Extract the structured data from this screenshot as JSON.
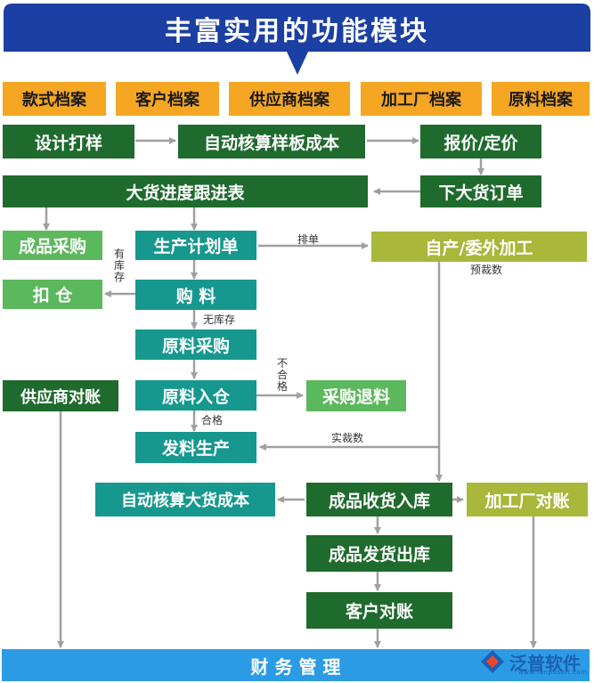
{
  "header": {
    "title": "丰富实用的功能模块"
  },
  "archives": [
    "款式档案",
    "客户档案",
    "供应商档案",
    "加工厂档案",
    "原料档案"
  ],
  "nodes": {
    "design_sample": "设计打样",
    "auto_sample_cost": "自动核算样板成本",
    "quote_price": "报价/定价",
    "bulk_progress": "大货进度跟进表",
    "bulk_order": "下大货订单",
    "finished_purchase": "成品采购",
    "production_plan": "生产计划单",
    "self_outsource": "自产/委外加工",
    "deduct_stock": "扣 仓",
    "purchase_material": "购 料",
    "raw_purchase": "原料采购",
    "supplier_reconcile": "供应商对账",
    "raw_warehousing": "原料入仓",
    "purchase_return": "采购退料",
    "issue_production": "发料生产",
    "auto_bulk_cost": "自动核算大货成本",
    "finished_receiving": "成品收货入库",
    "factory_reconcile": "加工厂对账",
    "finished_shipping": "成品发货出库",
    "customer_reconcile": "客户对账",
    "finance": "财 务 管 理"
  },
  "labels": {
    "schedule": "排单",
    "in_stock": "有库存",
    "estimated_cut": "预裁数",
    "out_of_stock": "无库存",
    "unqualified": "不合格",
    "qualified": "合格",
    "actual_cut": "实裁数"
  },
  "logo": {
    "name": "泛普软件",
    "url": "www.fanpusoft.com"
  },
  "colors": {
    "header": "#1b3fa3",
    "archive": "#f5a623",
    "dark_green": "#1f6b2e",
    "teal": "#16988f",
    "light_green": "#5cb85c",
    "olive": "#a9b73a",
    "finance": "#2b9be6",
    "arrow": "#a0a0a0"
  }
}
